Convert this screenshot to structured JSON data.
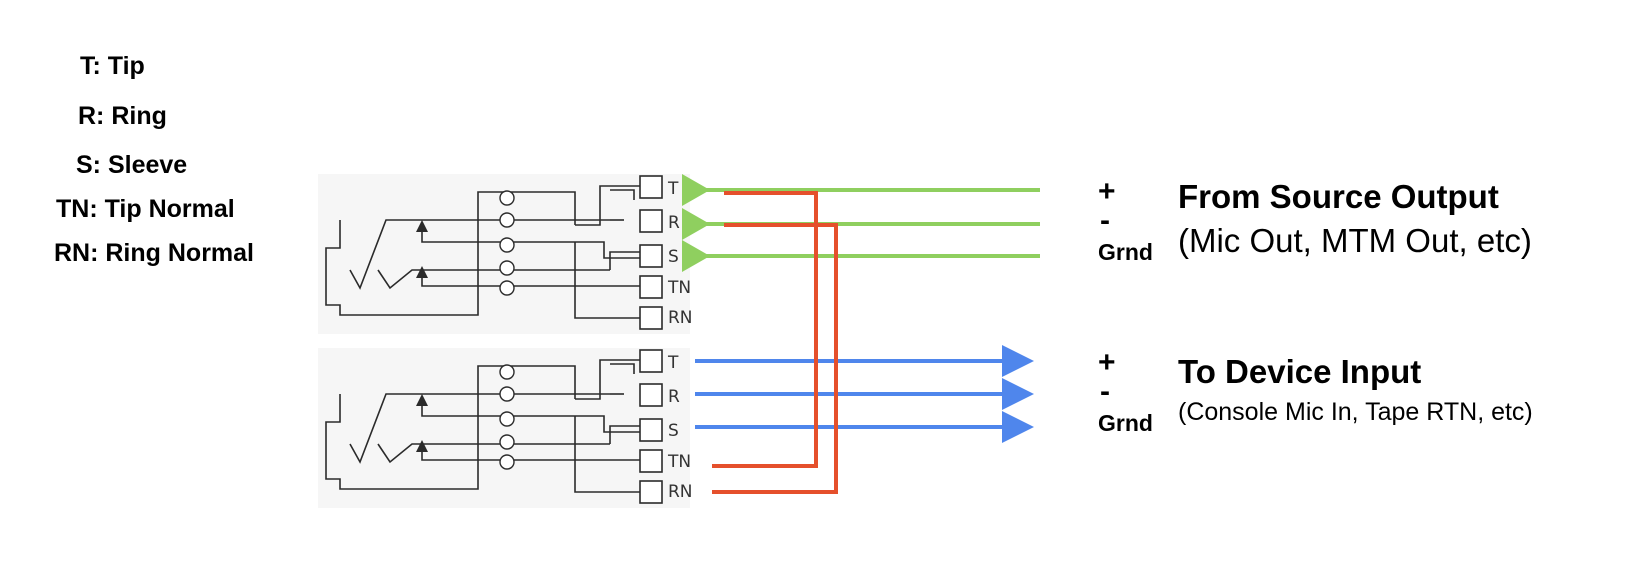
{
  "legend": {
    "tip": "T: Tip",
    "ring": "R: Ring",
    "sleeve": "S: Sleeve",
    "tip_normal": "TN: Tip Normal",
    "ring_normal": "RN: Ring Normal"
  },
  "jack_top": {
    "pins": [
      "T",
      "R",
      "S",
      "TN",
      "RN"
    ]
  },
  "jack_bottom": {
    "pins": [
      "T",
      "R",
      "S",
      "TN",
      "RN"
    ]
  },
  "source": {
    "plus": "+",
    "minus": "-",
    "ground": "Grnd",
    "title": "From Source Output",
    "subtitle": "(Mic Out, MTM Out, etc)"
  },
  "device": {
    "plus": "+",
    "minus": "-",
    "ground": "Grnd",
    "title": "To Device Input",
    "subtitle": "(Console Mic In, Tape RTN, etc)"
  },
  "colors": {
    "source_lines": "#8fcf5f",
    "device_lines": "#4f86ec",
    "normal_jumpers": "#e5502c"
  }
}
